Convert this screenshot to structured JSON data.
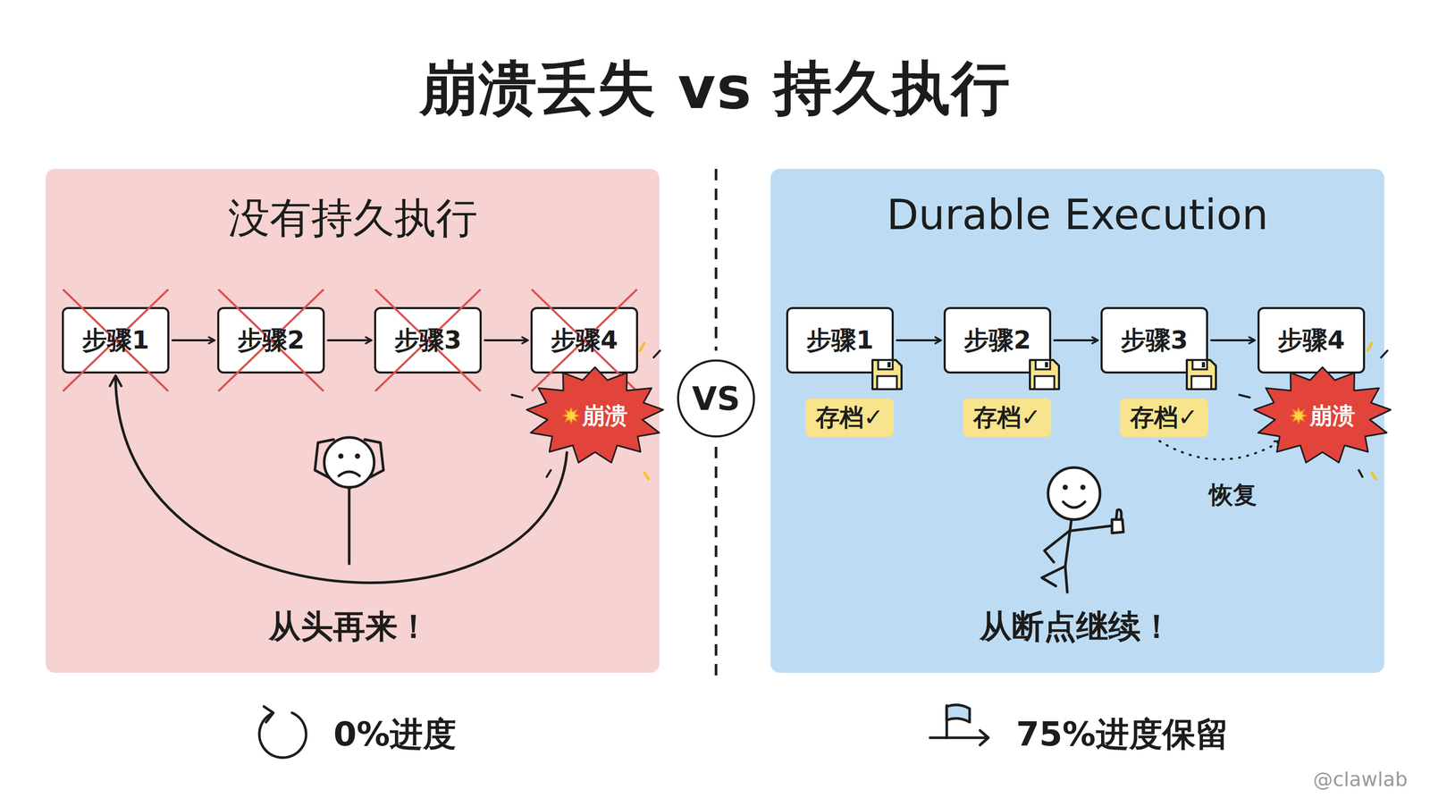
{
  "diagram": {
    "title": "崩溃丢失 vs 持久执行",
    "nodes": [
      {
        "text": [
          "没有持久执行"
        ]
      },
      {
        "text": [
          "步骤1"
        ],
        "in": 0
      },
      {
        "text": [
          "步骤2"
        ],
        "in": 0
      },
      {
        "text": [
          "步骤3"
        ],
        "in": 0
      },
      {
        "text": [
          "步骤4"
        ],
        "in": 0
      },
      {
        "text": [
          "崩溃"
        ],
        "in": 0
      },
      {
        "text": [
          "VS"
        ]
      },
      {
        "text": [
          "Durable Execution"
        ]
      },
      {
        "text": [
          "步骤1"
        ],
        "in": 7
      },
      {
        "text": [
          "步骤2"
        ],
        "in": 7
      },
      {
        "text": [
          "步骤3"
        ],
        "in": 7
      },
      {
        "text": [
          "步骤4"
        ],
        "in": 7
      },
      {
        "text": [
          "存档✓"
        ],
        "in": 7
      },
      {
        "text": [
          "存档✓"
        ],
        "in": 7
      },
      {
        "text": [
          "存档✓"
        ],
        "in": 7
      },
      {
        "text": [
          "崩溃"
        ],
        "in": 7
      }
    ],
    "edges": [
      {
        "from": 1,
        "to": 2,
        "arrow": "to"
      },
      {
        "from": 2,
        "to": 3,
        "arrow": "to"
      },
      {
        "from": 3,
        "to": 4,
        "arrow": "to"
      },
      {
        "from": 5,
        "to": 1,
        "arrow": "to"
      },
      {
        "from": 8,
        "to": 9,
        "arrow": "to"
      },
      {
        "from": 9,
        "to": 10,
        "arrow": "to"
      },
      {
        "from": 10,
        "to": 11,
        "arrow": "to"
      },
      {
        "from": 14,
        "to": 15,
        "arrow": "to"
      }
    ],
    "labels": [
      "从头再来！",
      "恢复",
      "从断点继续！",
      "0%进度",
      "75%进度保留",
      "@clawlab"
    ]
  }
}
